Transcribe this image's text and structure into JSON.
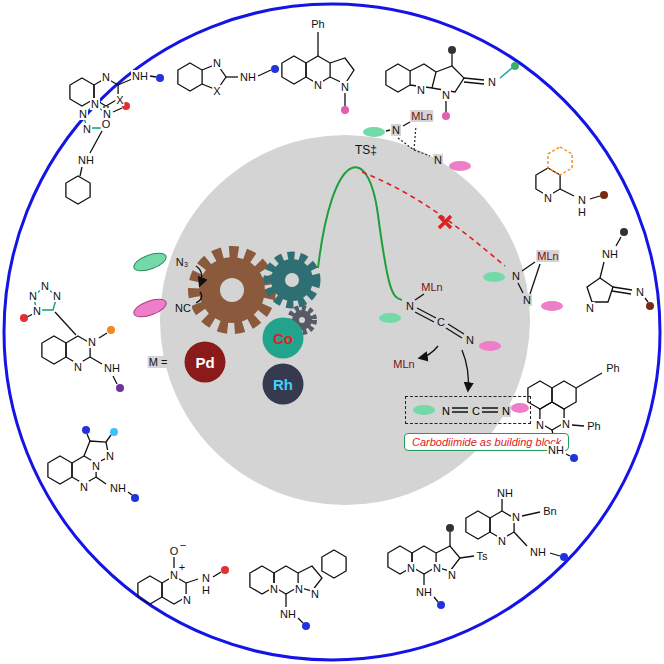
{
  "diagram": {
    "nodes": [
      {
        "text": [
          "Pd"
        ]
      },
      {
        "text": [
          "Co"
        ]
      },
      {
        "text": [
          "Rh"
        ]
      },
      {
        "text": [
          "N",
          "C",
          "N"
        ]
      },
      {
        "text": [
          "Carbodiimide as building block"
        ]
      }
    ],
    "labels": [
      "TS‡",
      "MLn",
      "N",
      "N",
      "MLn",
      "N",
      "N",
      "MLn",
      "N",
      "C",
      "N",
      "MLn",
      "N₃",
      "NC",
      "M =",
      "N",
      "X",
      "NH",
      "Ph",
      "N",
      "N",
      "N",
      "N",
      "N",
      "N",
      "N",
      "H",
      "NH",
      "N",
      "N",
      "Ph",
      "N",
      "Ph",
      "N",
      "NH",
      "NH",
      "N",
      "Bn",
      "N",
      "NH",
      "Ts",
      "N",
      "N",
      "N",
      "NH",
      "N",
      "N",
      "N",
      "NH",
      "N",
      "+",
      "O",
      "−",
      "N",
      "N",
      "H",
      "N",
      "N",
      "N",
      "NH",
      "N",
      "N",
      "N",
      "N",
      "N",
      "N",
      "NH",
      "N",
      "N",
      "N",
      "N",
      "NH",
      "N",
      "X",
      "NH",
      "O"
    ]
  }
}
